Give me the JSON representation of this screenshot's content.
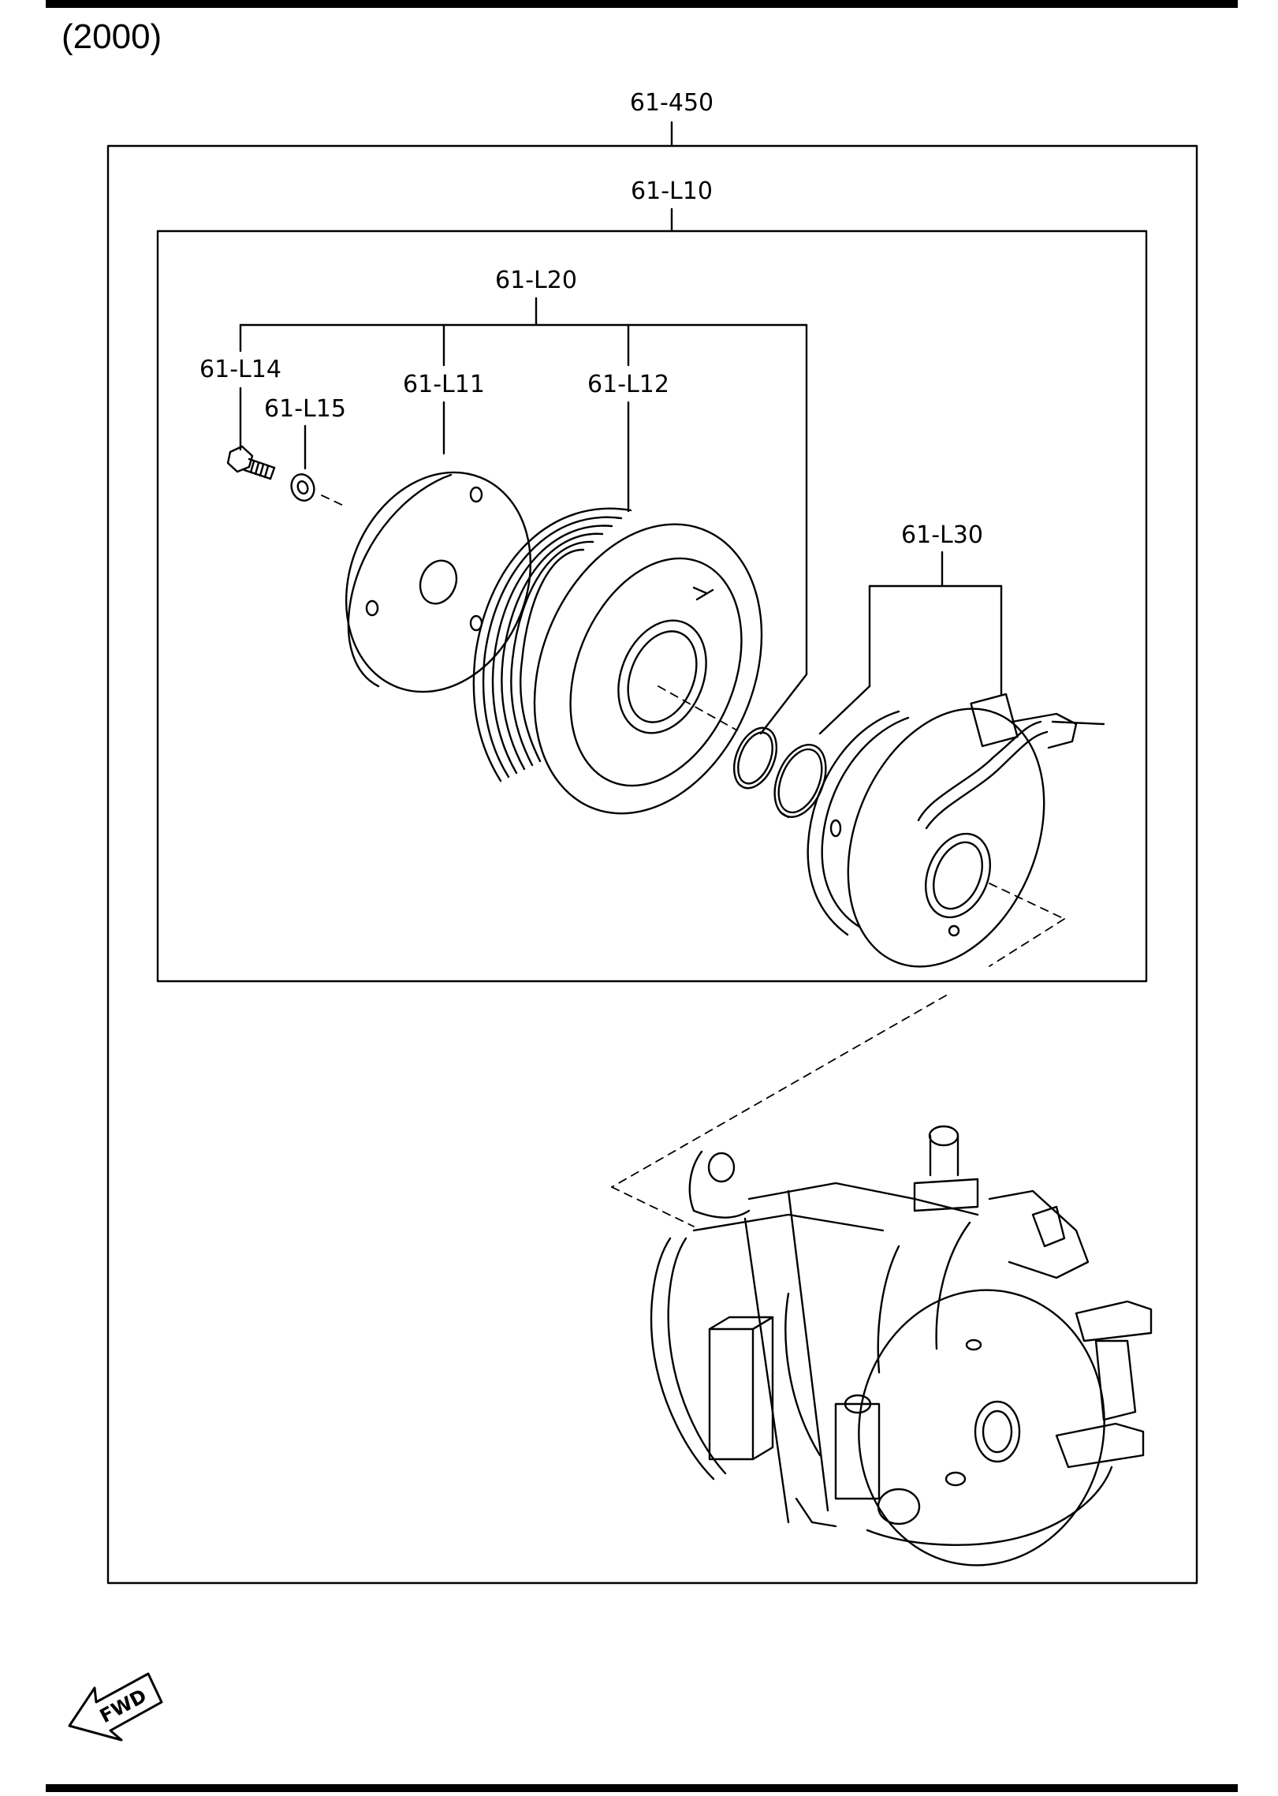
{
  "header": {
    "page_label": "(2000)"
  },
  "callouts": {
    "assembly": "61-450",
    "compressor_set": "61-L10",
    "clutch_set": "61-L20",
    "bolt": "61-L14",
    "washer": "61-L15",
    "hub": "61-L11",
    "pulley": "61-L12",
    "field_coil": "61-L30"
  },
  "orientation": {
    "arrow_label": "FWD",
    "icon": "fwd-arrow-icon"
  },
  "colors": {
    "ink": "#000000",
    "paper": "#ffffff"
  }
}
